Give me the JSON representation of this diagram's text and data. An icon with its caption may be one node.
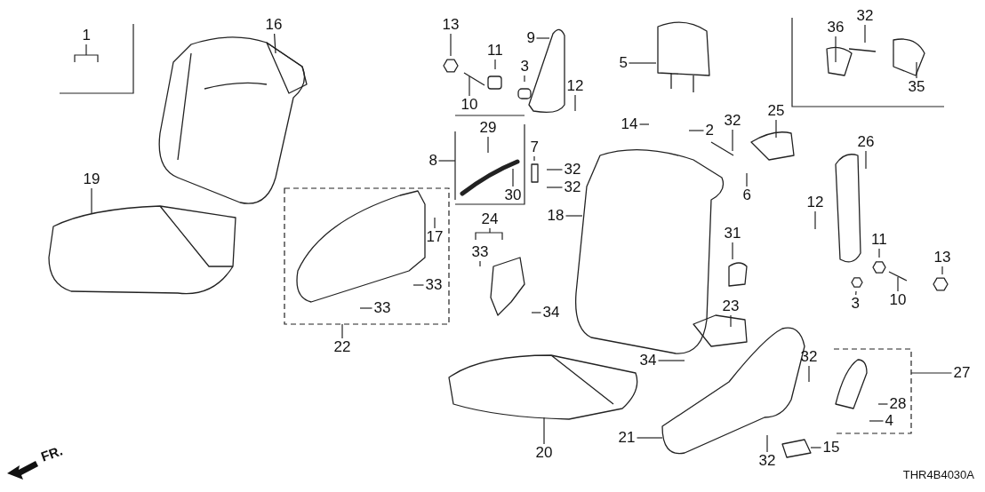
{
  "diagram": {
    "nodes": [
      {
        "text": [
          "1"
        ]
      },
      {
        "text": [
          "16"
        ]
      },
      {
        "text": [
          "13"
        ]
      },
      {
        "text": [
          "9"
        ]
      },
      {
        "text": [
          "11"
        ]
      },
      {
        "text": [
          "3"
        ]
      },
      {
        "text": [
          "12"
        ]
      },
      {
        "text": [
          "10"
        ]
      },
      {
        "text": [
          "36"
        ]
      },
      {
        "text": [
          "32"
        ]
      },
      {
        "text": [
          "35"
        ]
      },
      {
        "text": [
          "5"
        ]
      },
      {
        "text": [
          "14"
        ]
      },
      {
        "text": [
          "2"
        ]
      },
      {
        "text": [
          "32"
        ]
      },
      {
        "text": [
          "25"
        ]
      },
      {
        "text": [
          "29"
        ]
      },
      {
        "text": [
          "8"
        ]
      },
      {
        "text": [
          "7"
        ]
      },
      {
        "text": [
          "32"
        ]
      },
      {
        "text": [
          "32"
        ]
      },
      {
        "text": [
          "30"
        ]
      },
      {
        "text": [
          "6"
        ]
      },
      {
        "text": [
          "26"
        ]
      },
      {
        "text": [
          "19"
        ]
      },
      {
        "text": [
          "24"
        ]
      },
      {
        "text": [
          "17"
        ]
      },
      {
        "text": [
          "18"
        ]
      },
      {
        "text": [
          "12"
        ]
      },
      {
        "text": [
          "31"
        ]
      },
      {
        "text": [
          "11"
        ]
      },
      {
        "text": [
          "33"
        ]
      },
      {
        "text": [
          "13"
        ]
      },
      {
        "text": [
          "33"
        ]
      },
      {
        "text": [
          "3"
        ]
      },
      {
        "text": [
          "10"
        ]
      },
      {
        "text": [
          "23"
        ]
      },
      {
        "text": [
          "33"
        ]
      },
      {
        "text": [
          "34"
        ]
      },
      {
        "text": [
          "22"
        ]
      },
      {
        "text": [
          "34"
        ]
      },
      {
        "text": [
          "32"
        ]
      },
      {
        "text": [
          "27"
        ]
      },
      {
        "text": [
          "28"
        ]
      },
      {
        "text": [
          "4"
        ]
      },
      {
        "text": [
          "21"
        ]
      },
      {
        "text": [
          "15"
        ]
      },
      {
        "text": [
          "20"
        ]
      },
      {
        "text": [
          "32"
        ]
      }
    ],
    "edges": [
      {
        "from": 0,
        "to": null,
        "arrow": "none"
      },
      {
        "from": 1,
        "to": null,
        "arrow": "none"
      },
      {
        "from": 2,
        "to": null,
        "arrow": "none"
      },
      {
        "from": 3,
        "to": null,
        "arrow": "none"
      },
      {
        "from": 4,
        "to": null,
        "arrow": "none"
      },
      {
        "from": 5,
        "to": null,
        "arrow": "none"
      },
      {
        "from": 6,
        "to": null,
        "arrow": "none"
      },
      {
        "from": 7,
        "to": null,
        "arrow": "none"
      },
      {
        "from": 8,
        "to": null,
        "arrow": "none"
      },
      {
        "from": 9,
        "to": null,
        "arrow": "none"
      },
      {
        "from": 10,
        "to": null,
        "arrow": "none"
      },
      {
        "from": 11,
        "to": null,
        "arrow": "none"
      },
      {
        "from": 12,
        "to": null,
        "arrow": "none"
      },
      {
        "from": 13,
        "to": null,
        "arrow": "none"
      },
      {
        "from": 14,
        "to": null,
        "arrow": "none"
      },
      {
        "from": 15,
        "to": null,
        "arrow": "none"
      },
      {
        "from": 16,
        "to": null,
        "arrow": "none"
      },
      {
        "from": 17,
        "to": null,
        "arrow": "none"
      },
      {
        "from": 18,
        "to": null,
        "arrow": "none"
      },
      {
        "from": 19,
        "to": null,
        "arrow": "none"
      },
      {
        "from": 20,
        "to": null,
        "arrow": "none"
      },
      {
        "from": 21,
        "to": null,
        "arrow": "none"
      },
      {
        "from": 22,
        "to": null,
        "arrow": "none"
      },
      {
        "from": 23,
        "to": null,
        "arrow": "none"
      },
      {
        "from": 24,
        "to": null,
        "arrow": "none"
      },
      {
        "from": 25,
        "to": null,
        "arrow": "none"
      },
      {
        "from": 26,
        "to": null,
        "arrow": "none"
      },
      {
        "from": 27,
        "to": null,
        "arrow": "none"
      },
      {
        "from": 28,
        "to": null,
        "arrow": "none"
      },
      {
        "from": 29,
        "to": null,
        "arrow": "none"
      },
      {
        "from": 30,
        "to": null,
        "arrow": "none"
      },
      {
        "from": 31,
        "to": null,
        "arrow": "none"
      },
      {
        "from": 32,
        "to": null,
        "arrow": "none"
      },
      {
        "from": 33,
        "to": null,
        "arrow": "none"
      },
      {
        "from": 34,
        "to": null,
        "arrow": "none"
      },
      {
        "from": 35,
        "to": null,
        "arrow": "none"
      },
      {
        "from": 36,
        "to": null,
        "arrow": "none"
      },
      {
        "from": 37,
        "to": null,
        "arrow": "none"
      },
      {
        "from": 38,
        "to": null,
        "arrow": "none"
      },
      {
        "from": 39,
        "to": null,
        "arrow": "none"
      },
      {
        "from": 40,
        "to": null,
        "arrow": "none"
      },
      {
        "from": 41,
        "to": null,
        "arrow": "none"
      },
      {
        "from": 42,
        "to": null,
        "arrow": "none"
      },
      {
        "from": 43,
        "to": null,
        "arrow": "none"
      },
      {
        "from": 44,
        "to": null,
        "arrow": "none"
      },
      {
        "from": 45,
        "to": null,
        "arrow": "none"
      },
      {
        "from": 46,
        "to": null,
        "arrow": "none"
      },
      {
        "from": 47,
        "to": null,
        "arrow": "none"
      },
      {
        "from": 48,
        "to": null,
        "arrow": "none"
      }
    ],
    "labels": [
      "FR.",
      "THR4B4030A"
    ]
  }
}
